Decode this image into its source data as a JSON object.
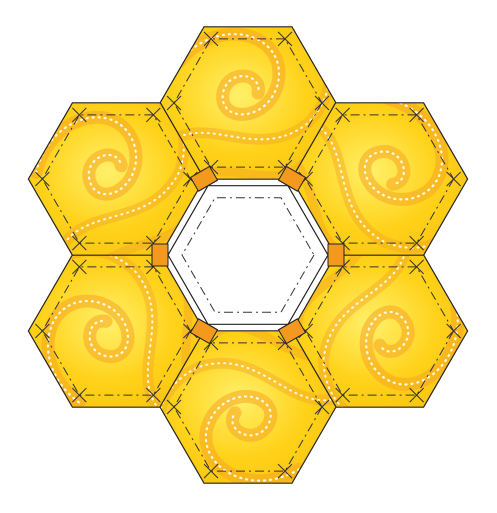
{
  "illustration": {
    "subject": "english-paper-piecing-hexagon-rosette",
    "petal_count": 6,
    "center": "open",
    "fabric": {
      "pattern": "yellow-batik-swirl",
      "base_color": "#FFD21A",
      "light_color": "#FFF06A",
      "swirl_color": "#F5A623",
      "dot_color": "#FFFBE0"
    },
    "seam_allowance_color": "#F39A1E",
    "outline_color": "#222222",
    "stitch_line_color": "#333333"
  }
}
